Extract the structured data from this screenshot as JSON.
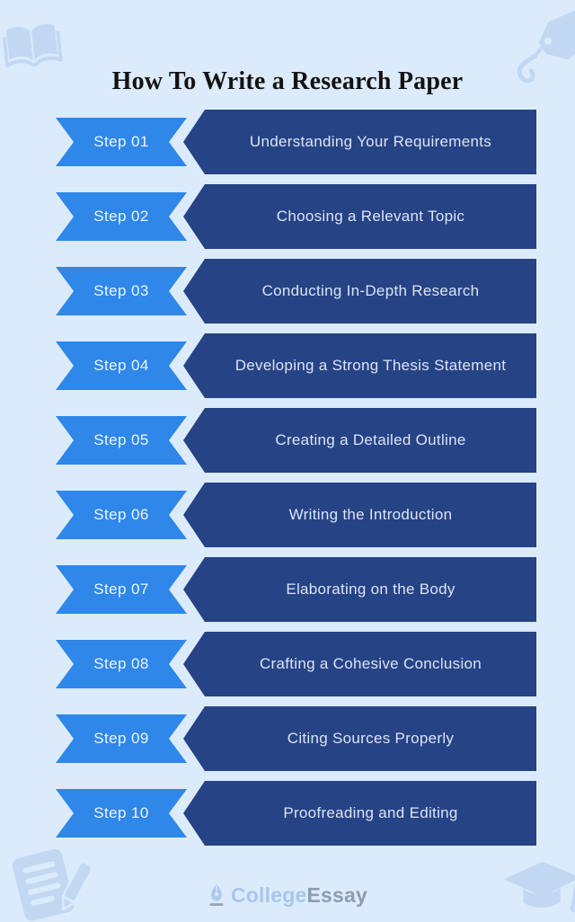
{
  "title": "How To Write a Research Paper",
  "steps": [
    {
      "label": "Step 01",
      "description": "Understanding Your Requirements"
    },
    {
      "label": "Step 02",
      "description": "Choosing a Relevant Topic"
    },
    {
      "label": "Step 03",
      "description": "Conducting In-Depth Research"
    },
    {
      "label": "Step 04",
      "description": "Developing a Strong Thesis Statement"
    },
    {
      "label": "Step 05",
      "description": "Creating a Detailed Outline"
    },
    {
      "label": "Step 06",
      "description": "Writing the Introduction"
    },
    {
      "label": "Step 07",
      "description": "Elaborating on the Body"
    },
    {
      "label": "Step 08",
      "description": "Crafting a Cohesive Conclusion"
    },
    {
      "label": "Step 09",
      "description": "Citing Sources Properly"
    },
    {
      "label": "Step 10",
      "description": "Proofreading and Editing"
    }
  ],
  "footer": {
    "logo_icon": "pen-nib-icon",
    "logo_text_primary": "College",
    "logo_text_secondary": "Essay"
  },
  "decor_icons": {
    "top_left": "open-book-icon",
    "top_right": "pen-nib-squiggle-icon",
    "bottom_left": "document-pencil-icon",
    "bottom_right": "graduation-cap-icon"
  },
  "colors": {
    "page_bg": "#dcebfb",
    "step_ribbon": "#2e87e9",
    "step_banner": "#264386",
    "ribbon_text": "#eef5ff",
    "banner_text": "#dbe4f4",
    "title_color": "#131313",
    "decor_icon": "#c2d8f2",
    "logo_college": "#a7c6ee",
    "logo_essay": "#8d9bb4",
    "logo_nib": "#aec9ea",
    "logo_nib_base": "#97a5bd"
  }
}
